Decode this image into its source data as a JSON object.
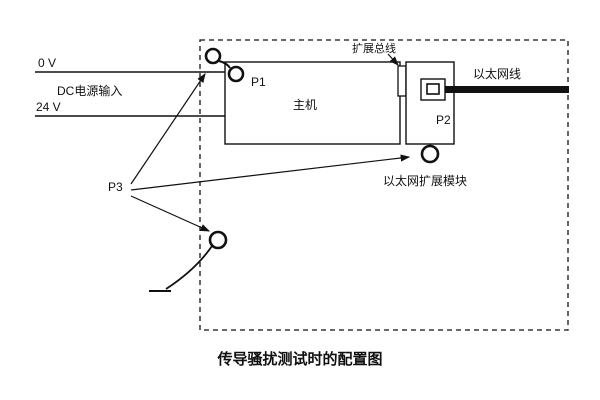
{
  "title": "传导骚扰测试时的配置图",
  "diagram": {
    "labels": {
      "v0": "0 V",
      "dc_input": "DC电源输入",
      "v24": "24 V",
      "p1": "P1",
      "p2": "P2",
      "p3": "P3",
      "host": "主机",
      "expansion_bus": "扩展总线",
      "ethernet_cable": "以太网线",
      "ethernet_module": "以太网扩展模块"
    },
    "icons": {
      "probe_p1": "current-probe-icon",
      "probe_p2": "current-probe-icon",
      "probe_p3": "current-probe-icon"
    },
    "colors": {
      "line": "#111111",
      "background": "#ffffff"
    }
  }
}
